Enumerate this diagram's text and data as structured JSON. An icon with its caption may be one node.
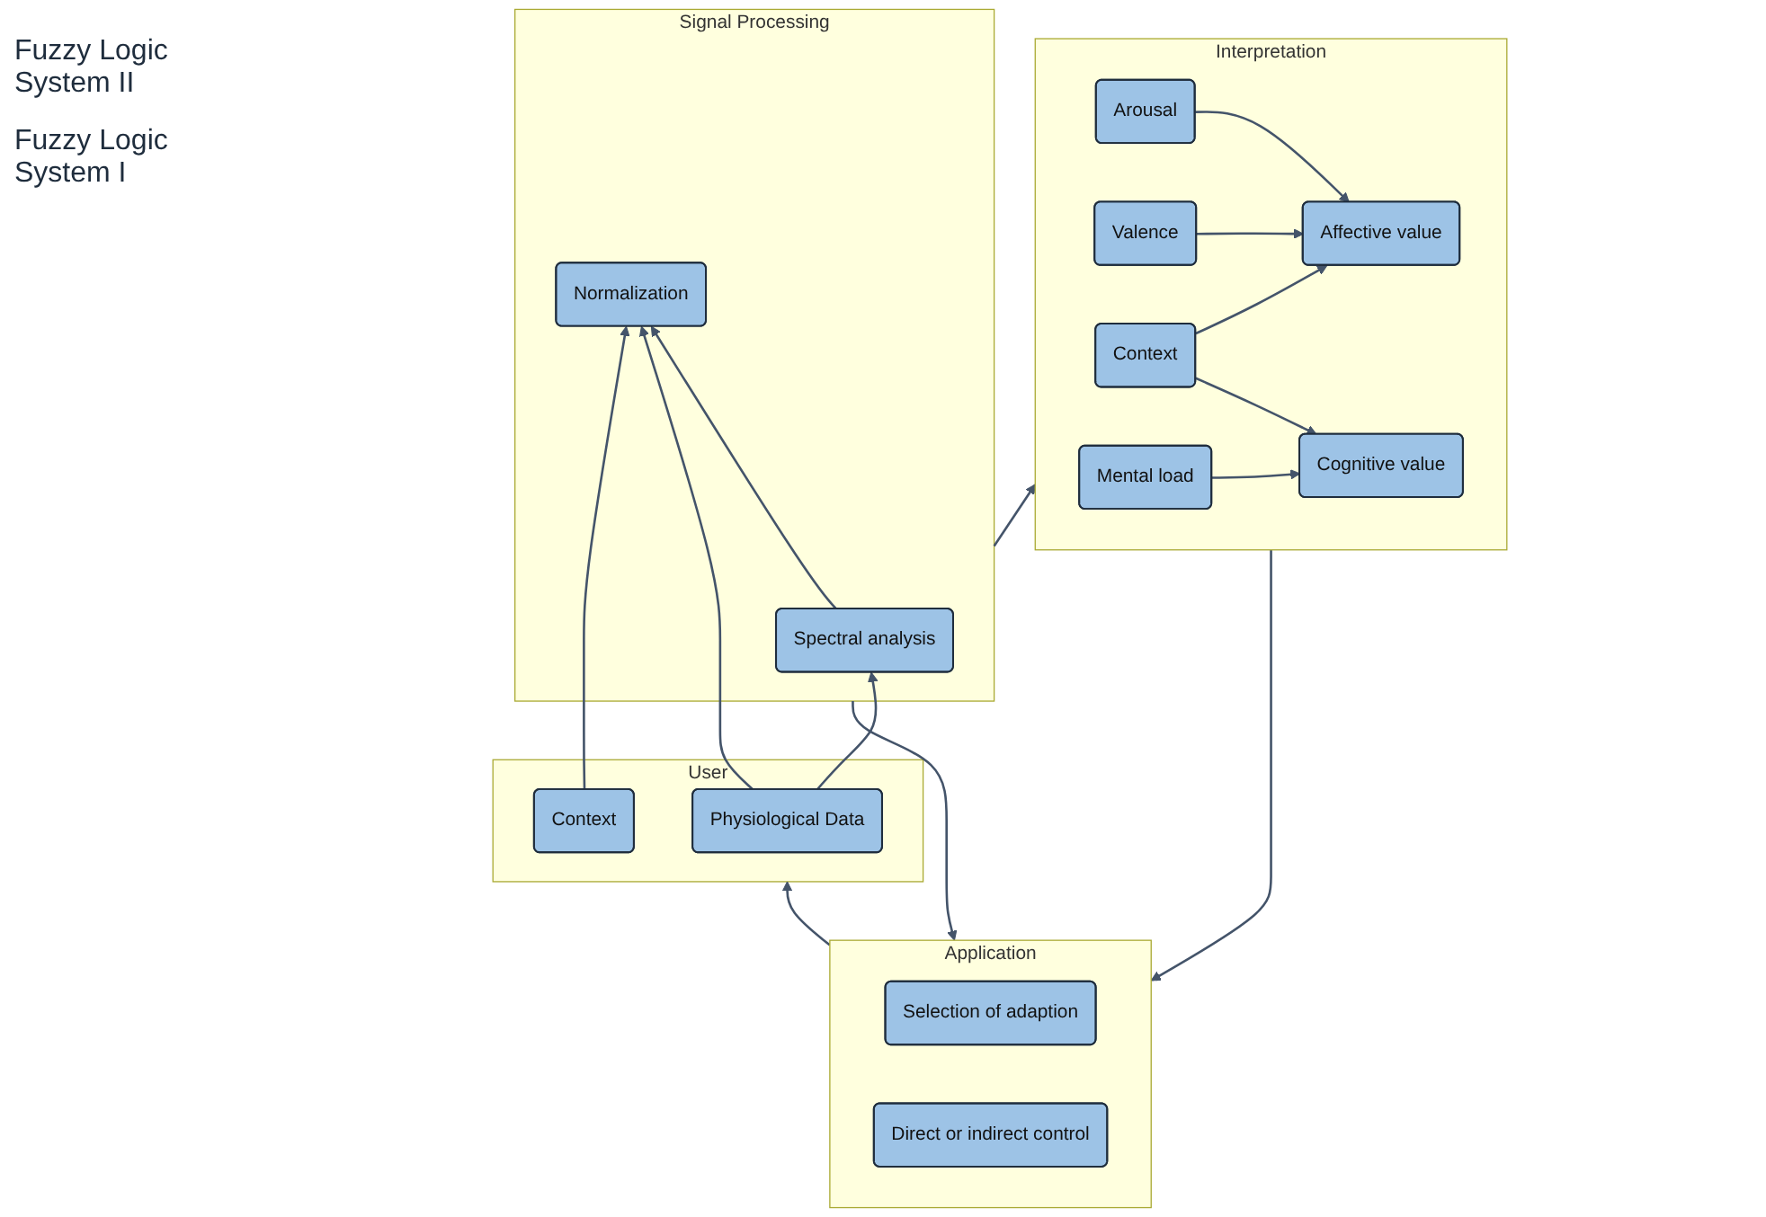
{
  "diagram": {
    "nodes": [
      {
        "text": [
          "Interpretation"
        ]
      },
      {
        "text": [
          "Affective value"
        ],
        "in": 0
      },
      {
        "text": [
          "Cognitive value"
        ],
        "in": 0
      },
      {
        "text": [
          "Arousal"
        ],
        "in": 0
      },
      {
        "text": [
          "Valence"
        ],
        "in": 0
      },
      {
        "text": [
          "Context"
        ],
        "in": 0
      },
      {
        "text": [
          "Mental load"
        ],
        "in": 0
      },
      {
        "text": [
          "Application"
        ]
      },
      {
        "text": [
          "Selection of adaption"
        ],
        "in": 7
      },
      {
        "text": [
          "Direct or indirect control"
        ],
        "in": 7
      },
      {
        "text": [
          "Signal Processing"
        ]
      },
      {
        "text": [
          "Spectral analysis"
        ],
        "in": 10
      },
      {
        "text": [
          "Normalization"
        ],
        "in": 10
      },
      {
        "text": [
          "User"
        ]
      },
      {
        "text": [
          "Physiological Data"
        ],
        "in": 13
      },
      {
        "text": [
          "Context"
        ],
        "in": 13
      }
    ],
    "edges": [
      {
        "from": 3,
        "to": 1,
        "arrow": "to"
      },
      {
        "from": 4,
        "to": 1,
        "arrow": "to"
      },
      {
        "from": 5,
        "to": 1,
        "arrow": "to"
      },
      {
        "from": 5,
        "to": 2,
        "arrow": "to"
      },
      {
        "from": 6,
        "to": 2,
        "arrow": "to"
      },
      {
        "from": 0,
        "to": 7,
        "arrow": "to"
      },
      {
        "from": 10,
        "to": 0,
        "arrow": "to"
      },
      {
        "from": 11,
        "to": 12,
        "arrow": "to"
      },
      {
        "from": 10,
        "to": 7,
        "arrow": "to"
      },
      {
        "from": 14,
        "to": 11,
        "arrow": "to"
      },
      {
        "from": 14,
        "to": 12,
        "arrow": "to"
      },
      {
        "from": 15,
        "to": 12,
        "arrow": "to"
      },
      {
        "from": 7,
        "to": 13,
        "arrow": "to"
      }
    ],
    "labels": [
      "Fuzzy Logic System II",
      "Fuzzy Logic System I"
    ]
  }
}
